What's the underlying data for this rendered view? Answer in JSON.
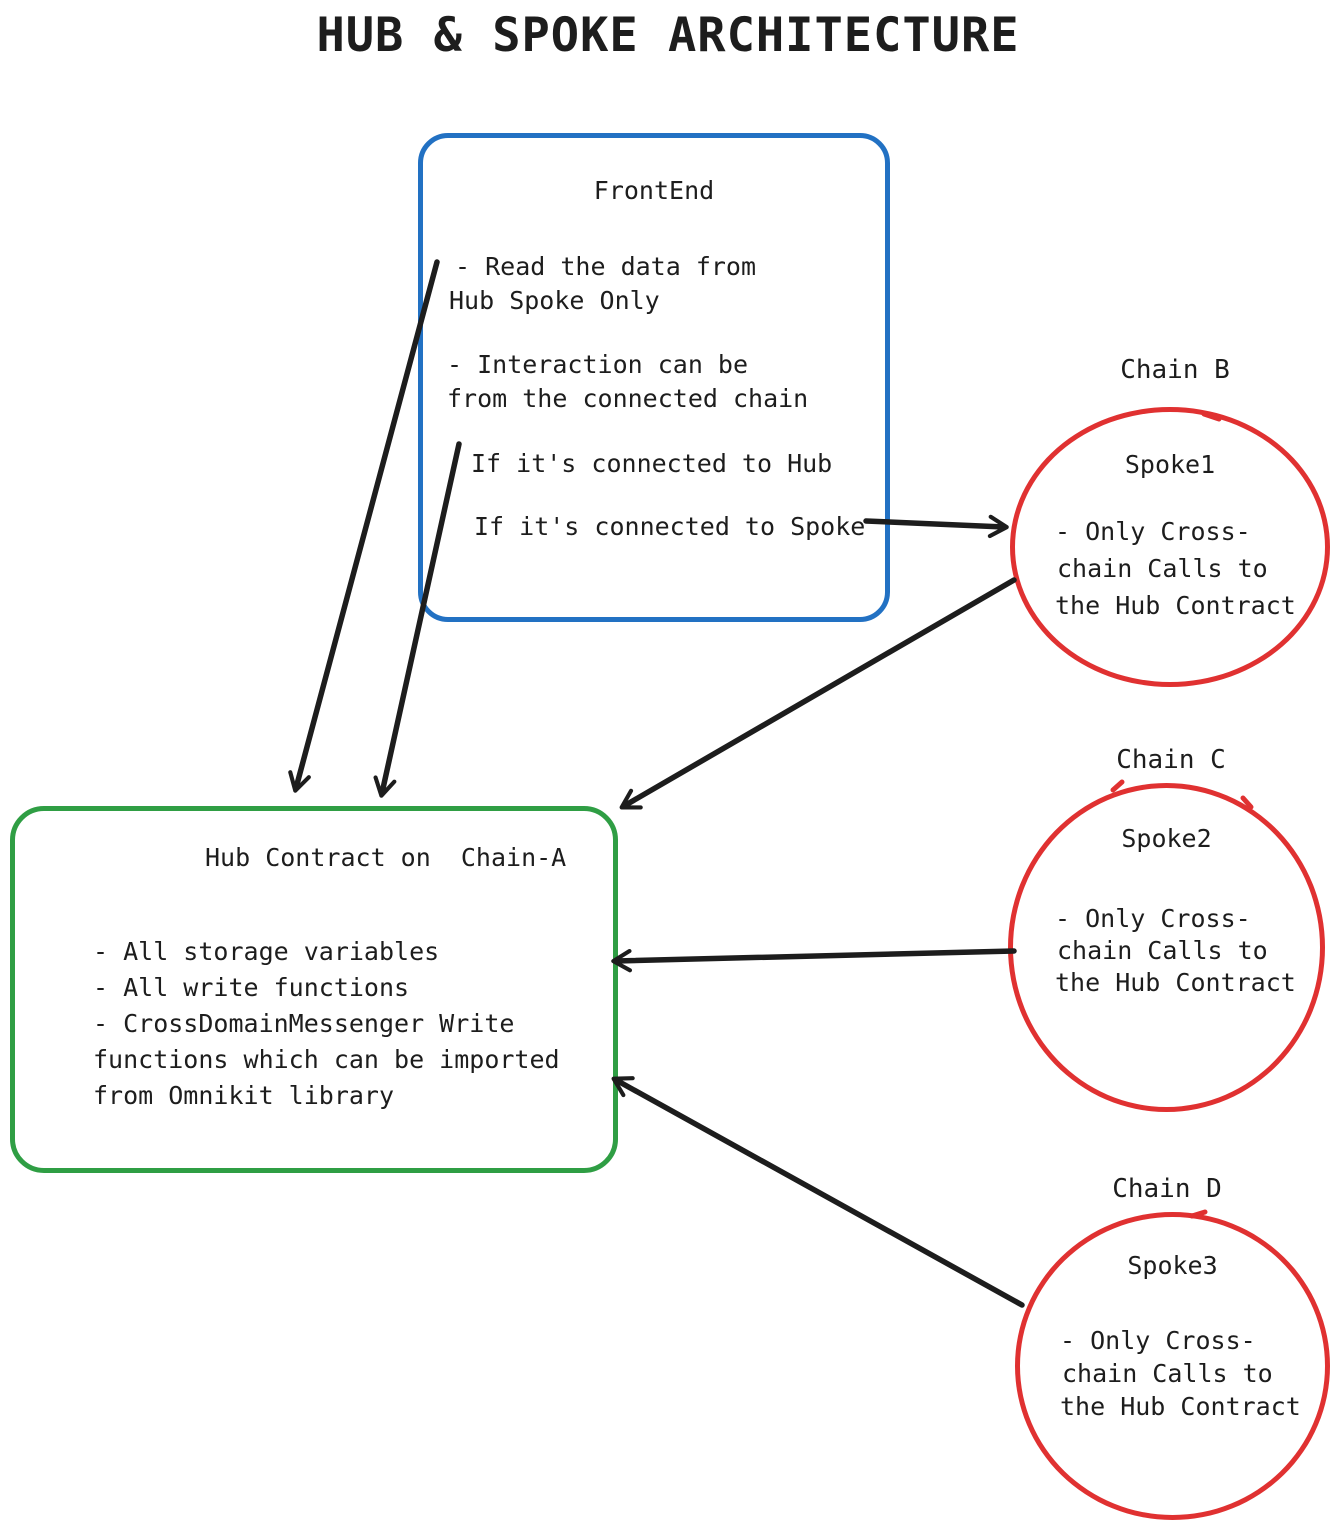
{
  "title": "HUB & SPOKE ARCHITECTURE",
  "colors": {
    "blue": "#2271c3",
    "green": "#2f9e44",
    "red": "#e03131",
    "ink": "#1d1d1d"
  },
  "frontend": {
    "title": "FrontEnd",
    "read_line1": "- Read the data from",
    "read_line2": "Hub Spoke Only",
    "interaction_line1": "- Interaction can be",
    "interaction_line2": "from the connected chain",
    "hub_condition": "If it's connected to Hub",
    "spoke_condition": "If it's connected to Spoke"
  },
  "hub": {
    "title": "Hub Contract on  Chain-A",
    "line1": "- All storage variables",
    "line2": "- All write functions",
    "line3": "- CrossDomainMessenger Write",
    "line4": "functions which can be imported",
    "line5": "from Omnikit library"
  },
  "spokes": [
    {
      "chain_label": "Chain B",
      "name": "Spoke1",
      "line1": "- Only Cross-",
      "line2": "chain Calls to",
      "line3": "the Hub Contract"
    },
    {
      "chain_label": "Chain C",
      "name": "Spoke2",
      "line1": "- Only Cross-",
      "line2": "chain Calls to",
      "line3": "the Hub Contract"
    },
    {
      "chain_label": "Chain D",
      "name": "Spoke3",
      "line1": "- Only Cross-",
      "line2": "chain Calls to",
      "line3": "the Hub Contract"
    }
  ]
}
